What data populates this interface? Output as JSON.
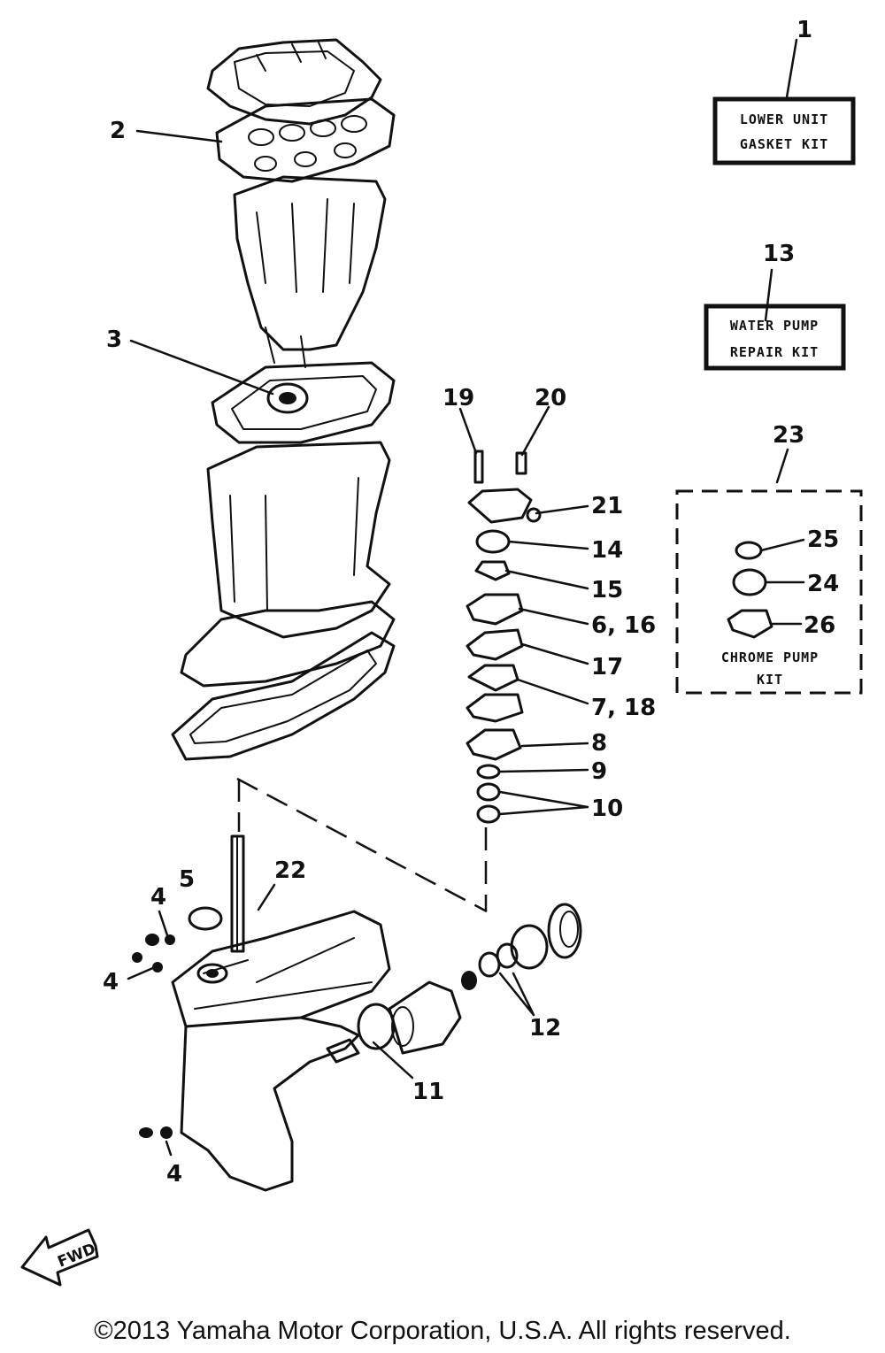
{
  "callouts": {
    "c1": "1",
    "c2": "2",
    "c3": "3",
    "c4a": "4",
    "c4b": "4",
    "c4c": "4",
    "c5": "5",
    "c6_16": "6, 16",
    "c7_18": "7, 18",
    "c8": "8",
    "c9": "9",
    "c10": "10",
    "c11": "11",
    "c12": "12",
    "c13": "13",
    "c14": "14",
    "c15": "15",
    "c17": "17",
    "c19": "19",
    "c20": "20",
    "c21": "21",
    "c22": "22",
    "c23": "23",
    "c24": "24",
    "c25": "25",
    "c26": "26"
  },
  "kits": {
    "lower_unit": {
      "line1": "LOWER UNIT",
      "line2": "GASKET KIT"
    },
    "water_pump": {
      "line1": "WATER PUMP",
      "line2": "REPAIR KIT"
    },
    "chrome_pump": {
      "line1": "CHROME PUMP",
      "line2": "KIT"
    }
  },
  "fwd_label": "FWD",
  "copyright": "©2013 Yamaha Motor Corporation, U.S.A. All rights reserved.",
  "colors": {
    "ink": "#111111",
    "background": "#ffffff"
  }
}
